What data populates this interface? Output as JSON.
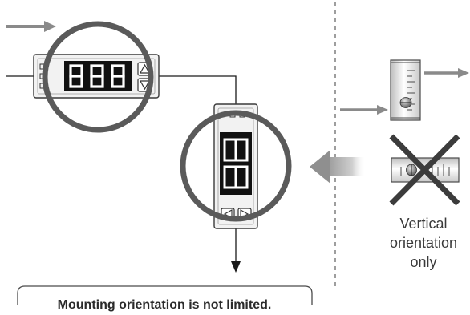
{
  "caption": {
    "text": "Mounting orientation is not limited."
  },
  "vertical_note": {
    "lines": [
      "Vertical",
      "orientation",
      "only"
    ]
  },
  "colors": {
    "arrow_gray": "#8a8a8a",
    "outline": "#3a3a3a",
    "circle_ring": "#5a5a5a",
    "sensor_body": "#f2f2f2",
    "display_bg": "#111111",
    "display_digit": "#ffffff",
    "cross": "#3c3c3c",
    "divider": "#6a6a6a"
  },
  "icons": {
    "horizontal_display_digits": "8.8.8",
    "vertical_display_digits": "88"
  }
}
